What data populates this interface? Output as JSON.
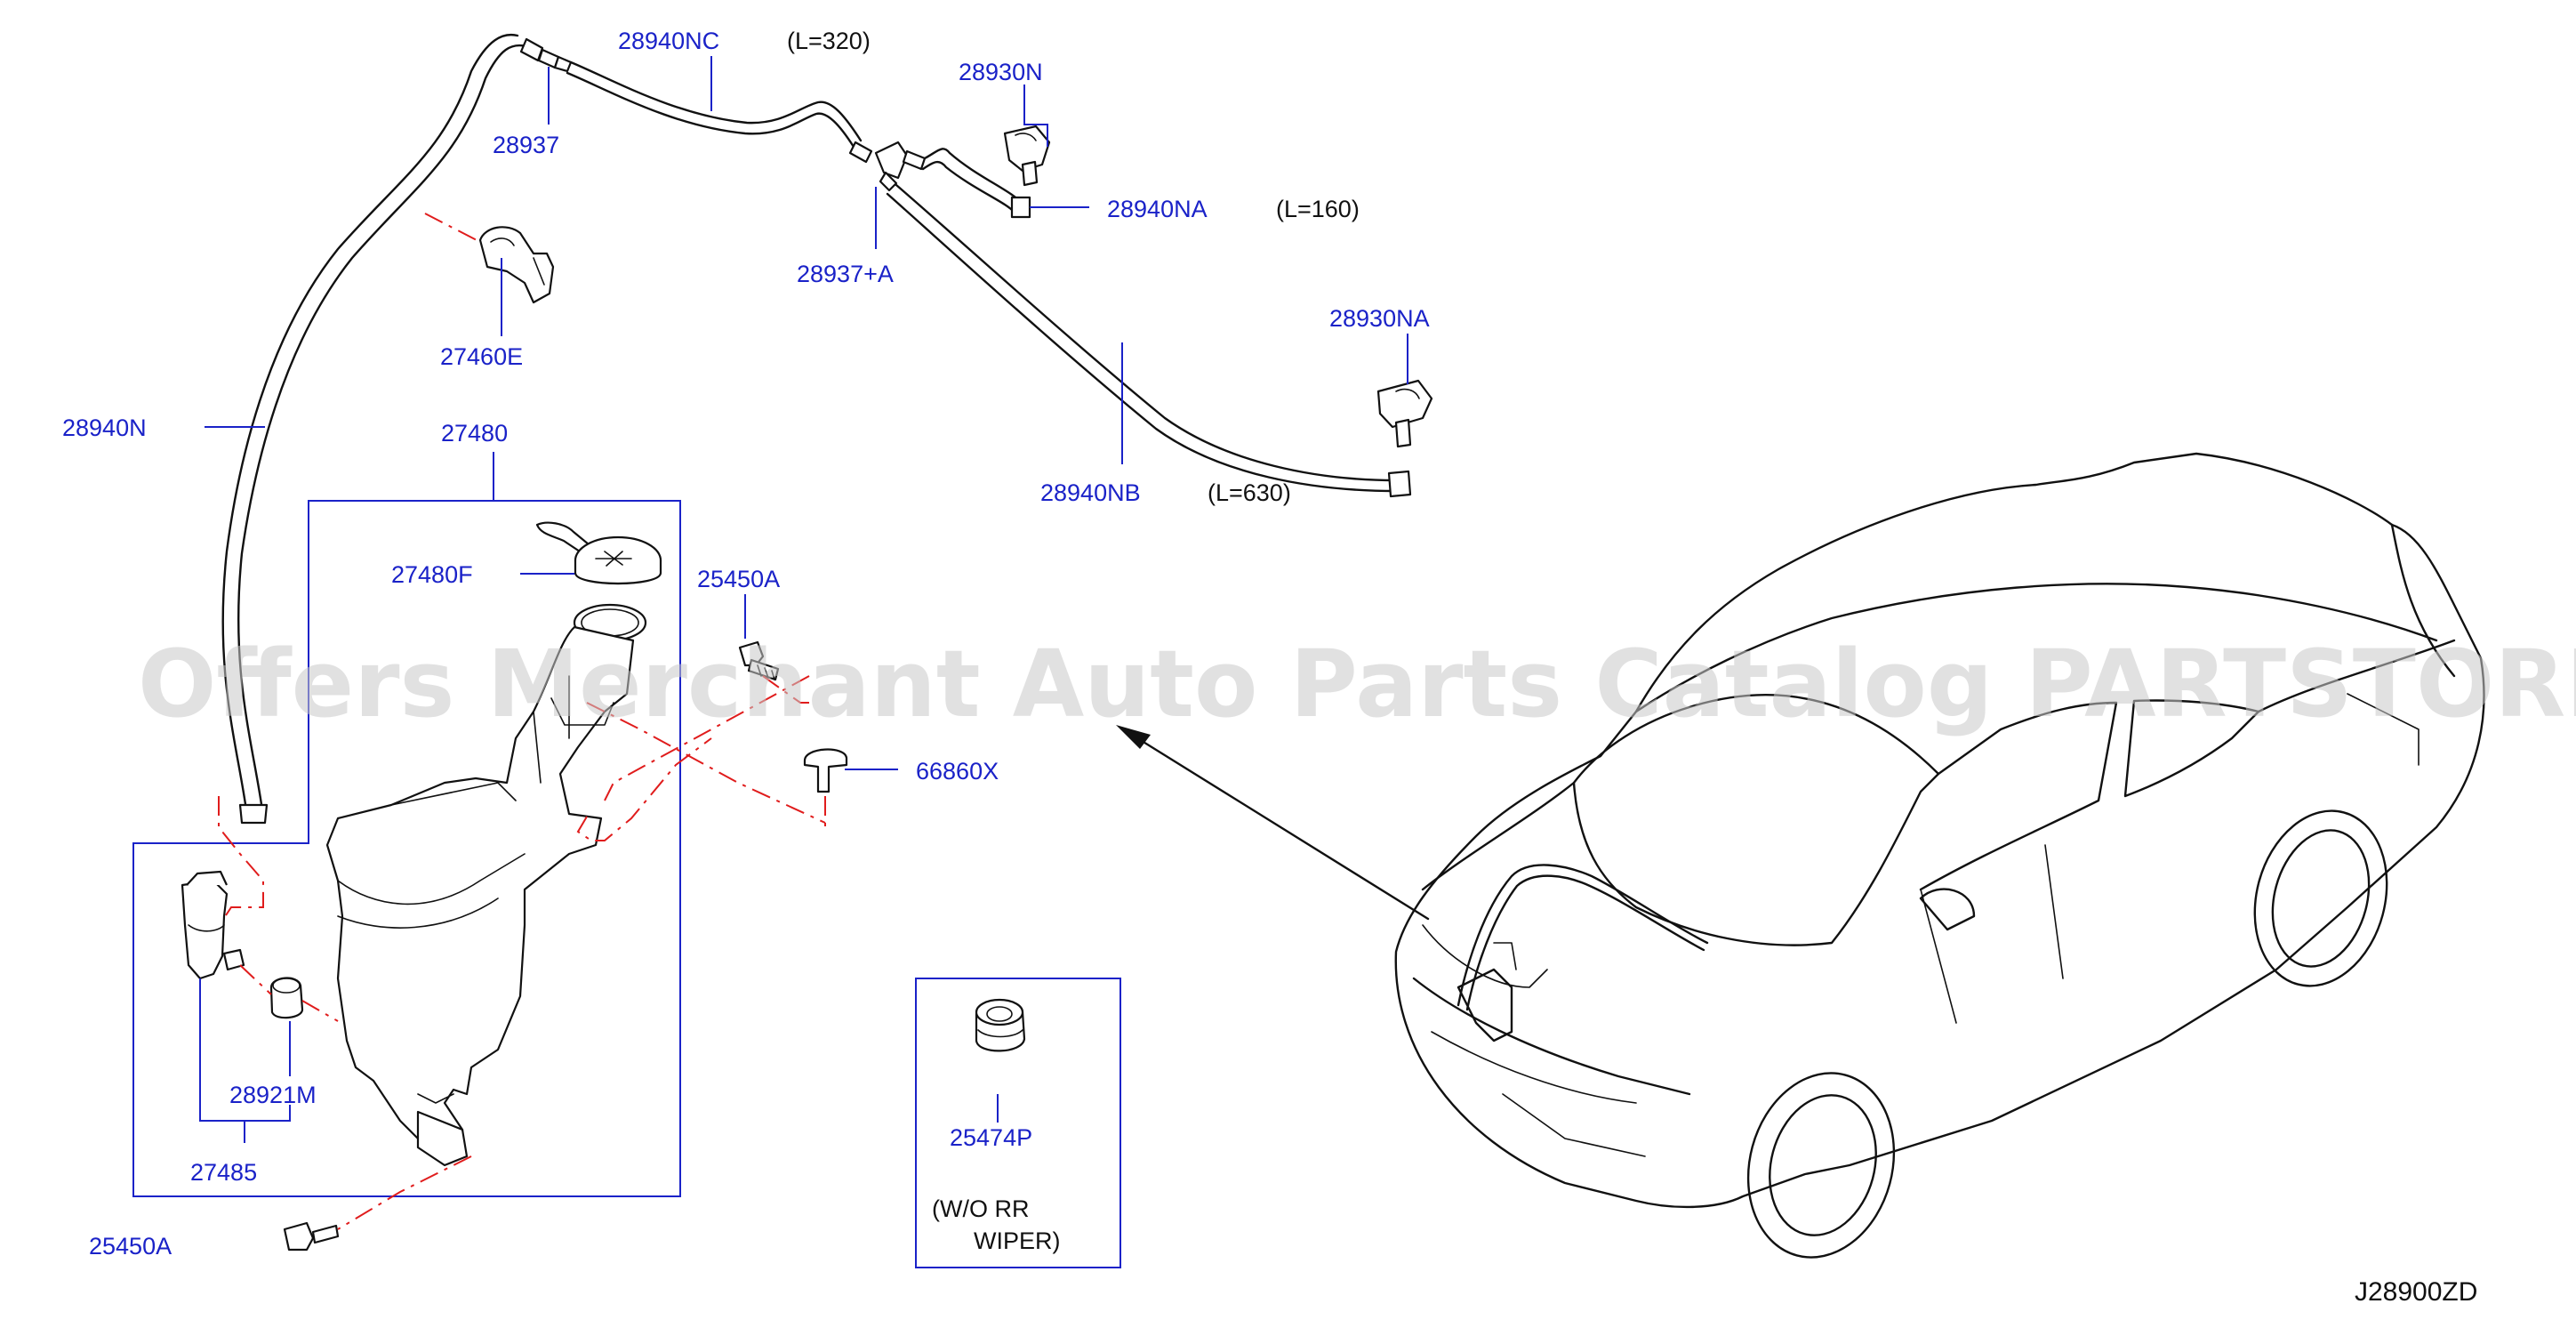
{
  "labels": {
    "hose_nc": "28940NC",
    "hose_nc_len": "(L=320)",
    "nozzle_n": "28930N",
    "joint_top": "28937",
    "hose_na": "28940NA",
    "hose_na_len": "(L=160)",
    "joint_a": "28937+A",
    "clip": "27460E",
    "nozzle_na": "28930NA",
    "hose_n": "28940N",
    "tank_assy": "27480",
    "hose_nb": "28940NB",
    "hose_nb_len": "(L=630)",
    "cap": "27480F",
    "bolt_upper": "25450A",
    "clip_rivet": "66860X",
    "grommet": "28921M",
    "pump": "27485",
    "bolt_lower": "25450A",
    "grommet_rr": "25474P",
    "note_line1": "(W/O   RR",
    "note_line2": "WIPER)",
    "diagram_code": "J28900ZD"
  },
  "watermark": "Offers Merchant Auto Parts Catalog PARTSTORE.SA",
  "colors": {
    "part_number": "#1a22c8",
    "line_art": "#111111",
    "center_line": "#e01c1c",
    "watermark": "#c9c9c9"
  }
}
